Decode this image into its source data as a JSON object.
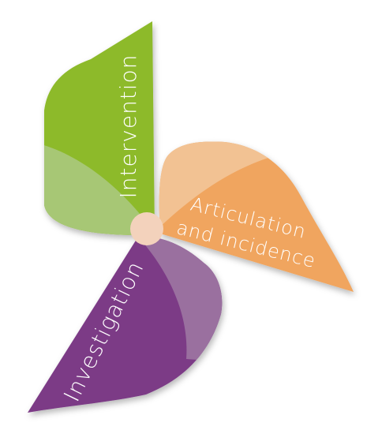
{
  "diagram": {
    "colors": {
      "green": "#8dba2a",
      "green_light": "#a7c774",
      "orange": "#f0a55f",
      "orange_light": "#f2c293",
      "purple": "#7b3a86",
      "purple_light": "#9a6f9f",
      "hub": "#f3d2bc"
    },
    "blades": [
      {
        "key": "green",
        "label_lines": [
          "Intervention"
        ]
      },
      {
        "key": "orange",
        "label_lines": [
          "Articulation",
          "and incidence"
        ]
      },
      {
        "key": "purple",
        "label_lines": [
          "Investigation"
        ]
      }
    ]
  }
}
